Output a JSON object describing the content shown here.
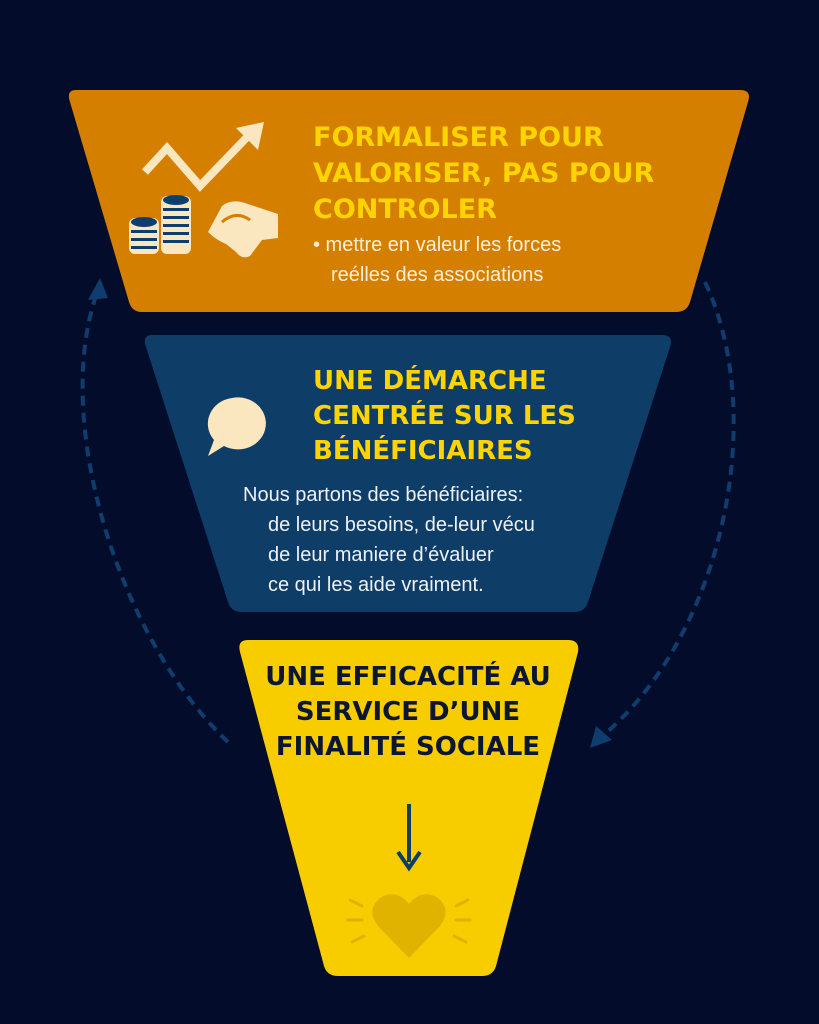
{
  "colors": {
    "background": "#040c2b",
    "top": "#d47f00",
    "middle": "#0e3d68",
    "bottom": "#f7cd00",
    "heading_yellow": "#ffd400",
    "navy": "#0b1633"
  },
  "sections": [
    {
      "title": "FORMALISER POUR VALORISER, PAS POUR CONTROLER",
      "bullet": "• mettre en valeur les forces",
      "bullet_cont": "reélles des associations",
      "icons": [
        "trend-arrow-icon",
        "coins-icon",
        "handshake-icon"
      ]
    },
    {
      "title": "UNE DÉMARCHE CENTRÉE SUR LES BÉNÉFICIAIRES",
      "lines": [
        "Nous partons des bénéficiaires:",
        "de leurs besoins, de-leur vécu",
        "de leur maniere d’évaluer",
        "ce qui les aide vraiment."
      ],
      "icons": [
        "speech-bubble-icon"
      ]
    },
    {
      "title": "UNE EFFICACITÉ AU SERVICE D’UNE FINALITÉ SOCIALE",
      "icons": [
        "down-arrow-icon",
        "heart-icon"
      ]
    }
  ]
}
